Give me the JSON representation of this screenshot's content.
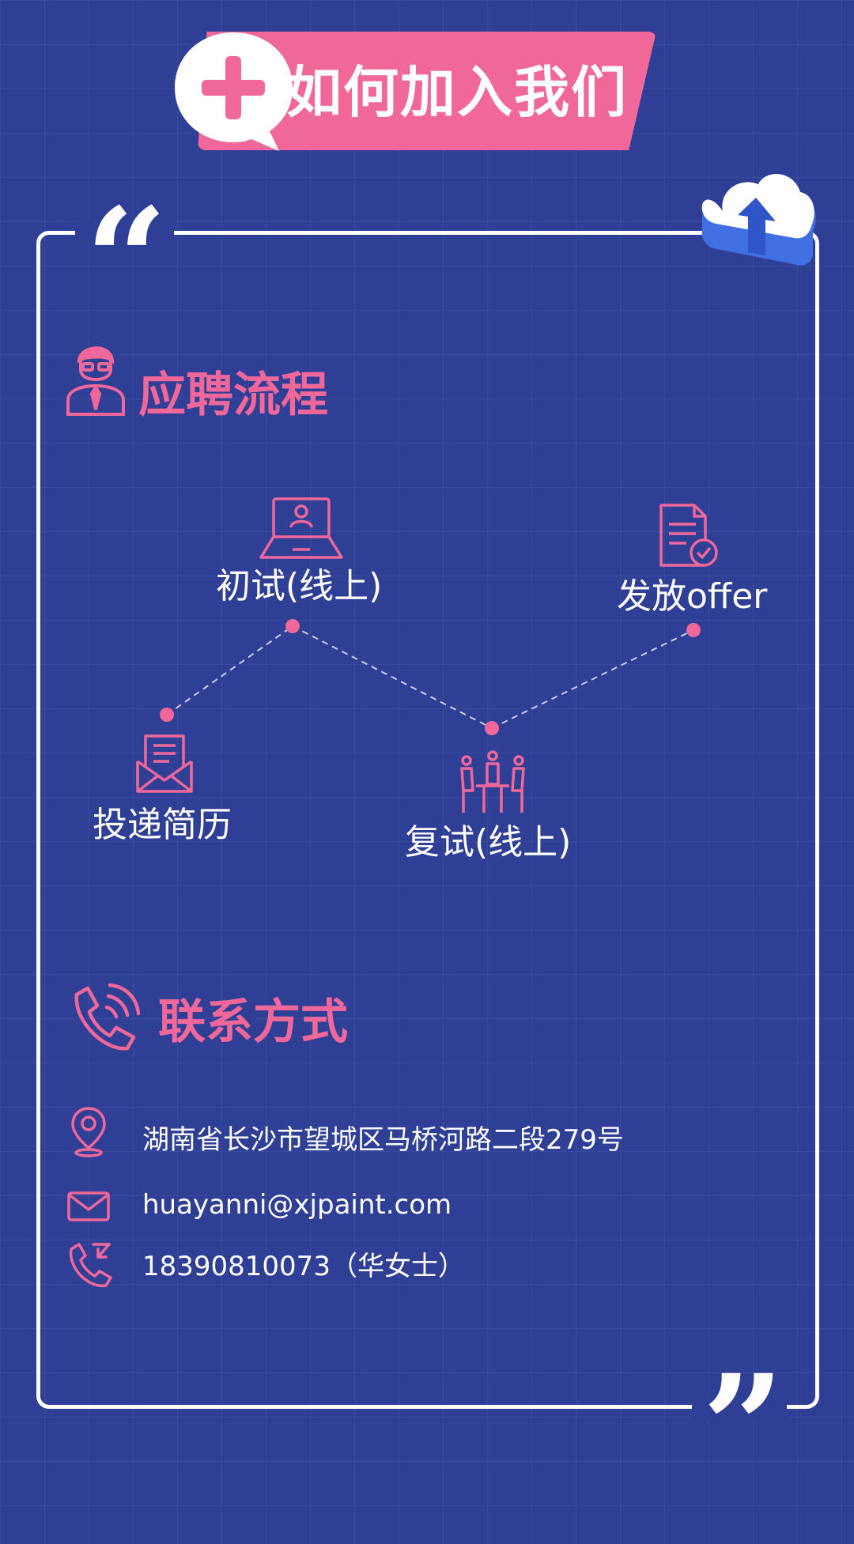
{
  "header": {
    "title": "如何加入我们"
  },
  "process": {
    "title": "应聘流程",
    "steps": [
      {
        "label": "投递简历"
      },
      {
        "label": "初试(线上)"
      },
      {
        "label": "复试(线上)"
      },
      {
        "label": "发放offer"
      }
    ]
  },
  "contact": {
    "title": "联系方式",
    "address": "湖南省长沙市望城区马桥河路二段279号",
    "email": "huayanni@xjpaint.com",
    "phone": "18390810073（华女士）"
  },
  "colors": {
    "background": "#2f3f96",
    "accent_pink": "#f0689a",
    "text": "#ffffff"
  },
  "icons": {
    "header": "plus-bubble-icon",
    "process": "person-icon",
    "contact": "phone-icon",
    "steps": [
      "envelope-icon",
      "laptop-video-icon",
      "meeting-icon",
      "document-check-icon"
    ],
    "contact_items": [
      "location-pin-icon",
      "mail-icon",
      "phone-icon"
    ],
    "decoration": "cloud-upload-icon"
  }
}
